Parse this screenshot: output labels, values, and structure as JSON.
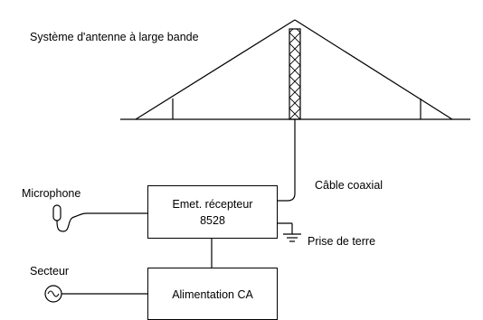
{
  "diagram": {
    "antenna_label": "Système d'antenne à large bande",
    "coax_label": "Câble coaxial",
    "microphone_label": "Microphone",
    "transceiver_line1": "Emet. récepteur",
    "transceiver_line2": "8528",
    "ground_label": "Prise de terre",
    "mains_label": "Secteur",
    "power_supply_label": "Alimentation CA"
  }
}
